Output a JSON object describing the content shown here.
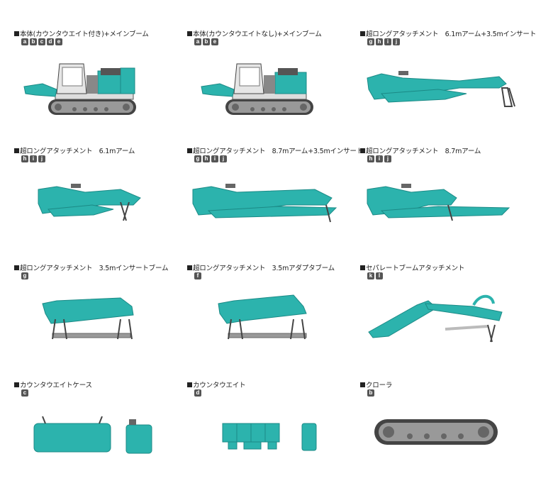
{
  "colors": {
    "teal": "#2cb3ad",
    "teal_dark": "#1b8a86",
    "gray": "#666666",
    "light": "#e6e6e6",
    "badge": "#555555"
  },
  "items": [
    {
      "title": "本体(カウンタウエイト付き)+メインブーム",
      "badges": [
        "a",
        "b",
        "c",
        "d",
        "e"
      ],
      "figure": "excavator-full"
    },
    {
      "title": "本体(カウンタウエイトなし)+メインブーム",
      "badges": [
        "a",
        "b",
        "e"
      ],
      "figure": "excavator-nocw"
    },
    {
      "title": "超ロングアタッチメント　6.1mアーム+3.5mインサート",
      "badges": [
        "g",
        "h",
        "i",
        "j"
      ],
      "figure": "attach-long-insert"
    },
    {
      "title": "超ロングアタッチメント　6.1mアーム",
      "badges": [
        "h",
        "i",
        "j"
      ],
      "figure": "attach-61"
    },
    {
      "title": "超ロングアタッチメント　8.7mアーム+3.5mインサート",
      "badges": [
        "g",
        "h",
        "i",
        "j"
      ],
      "figure": "attach-87-insert"
    },
    {
      "title": "超ロングアタッチメント　8.7mアーム",
      "badges": [
        "h",
        "i",
        "j"
      ],
      "figure": "attach-87"
    },
    {
      "title": "超ロングアタッチメント　3.5mインサートブーム",
      "badges": [
        "g"
      ],
      "figure": "insert-boom"
    },
    {
      "title": "超ロングアタッチメント　3.5mアダプタブーム",
      "badges": [
        "f"
      ],
      "figure": "adapter-boom"
    },
    {
      "title": "セパレートブームアタッチメント",
      "badges": [
        "k",
        "l"
      ],
      "figure": "separate-boom"
    },
    {
      "title": "カウンタウエイトケース",
      "badges": [
        "c"
      ],
      "figure": "cw-case"
    },
    {
      "title": "カウンタウエイト",
      "badges": [
        "d"
      ],
      "figure": "cw"
    },
    {
      "title": "クローラ",
      "badges": [
        "b"
      ],
      "figure": "crawler"
    }
  ]
}
